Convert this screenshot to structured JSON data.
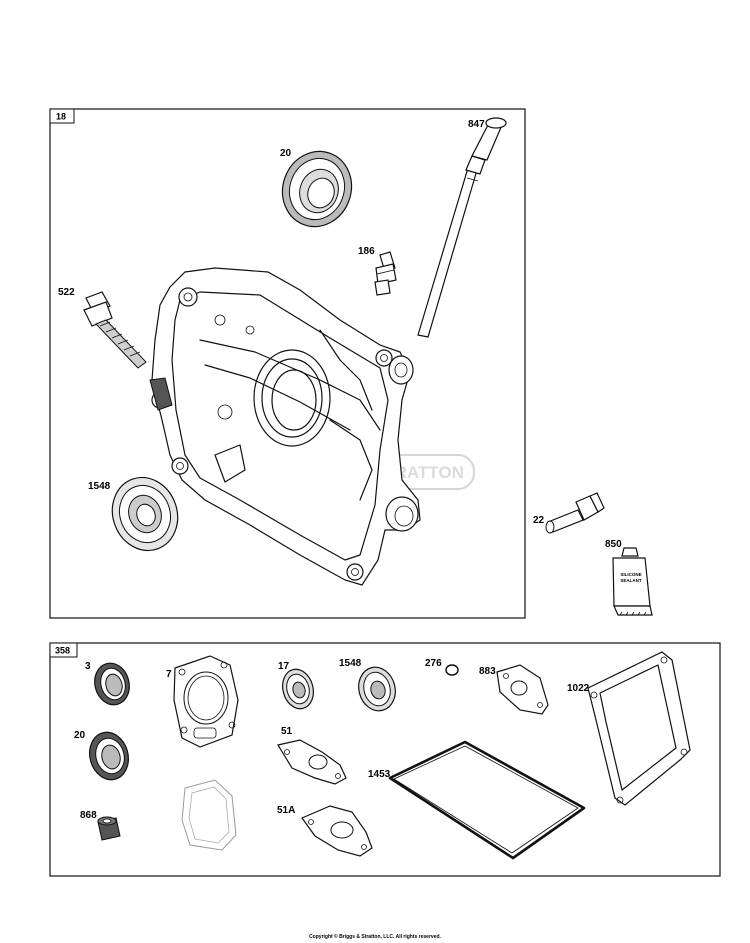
{
  "groups": [
    {
      "id": "18",
      "label": "18"
    },
    {
      "id": "358",
      "label": "358"
    }
  ],
  "callouts": {
    "p847": "847",
    "p20a": "20",
    "p186": "186",
    "p522": "522",
    "p1548a": "1548",
    "p22": "22",
    "p850": "850",
    "p3": "3",
    "p7": "7",
    "p17": "17",
    "p1548b": "1548",
    "p276": "276",
    "p883": "883",
    "p1022": "1022",
    "p20b": "20",
    "p51": "51",
    "p1453": "1453",
    "p868": "868",
    "p51a": "51A"
  },
  "watermark": "BRIGGS & STRATTON",
  "tube_label_line1": "SILICONE",
  "tube_label_line2": "SEALANT",
  "footer": "Copyright © Briggs & Stratton, LLC. All rights reserved."
}
